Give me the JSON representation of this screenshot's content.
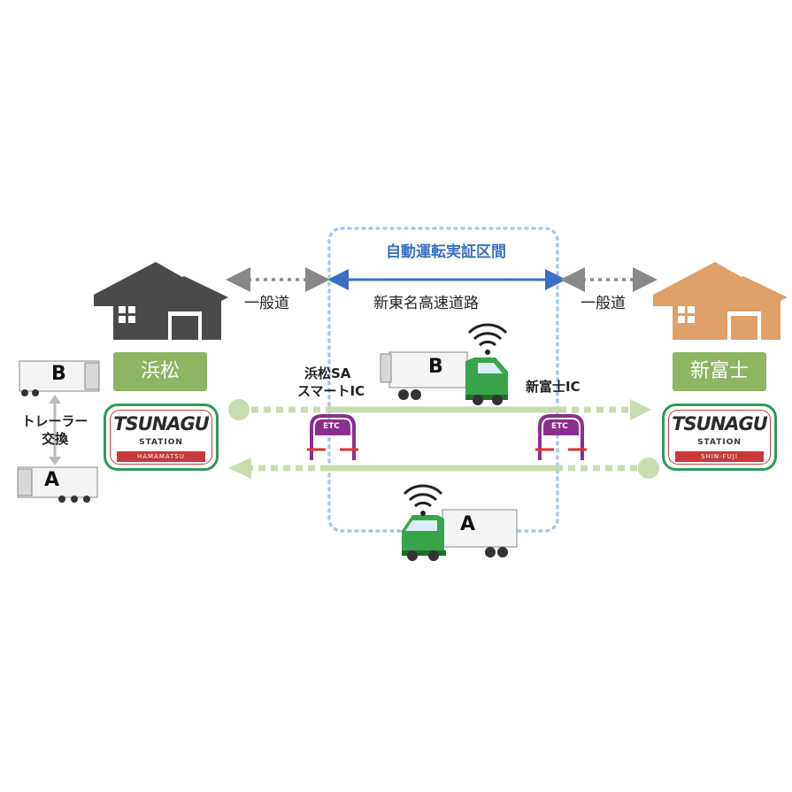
{
  "zone": {
    "title": "自動運転実証区間"
  },
  "roads": {
    "general_left": "一般道",
    "expressway": "新東名高速道路",
    "general_right": "一般道"
  },
  "interchanges": {
    "left_line1": "浜松SA",
    "left_line2": "スマートIC",
    "right": "新富士IC"
  },
  "cities": {
    "left": "浜松",
    "right": "新富士"
  },
  "stations": {
    "logo_text": "TSUNAGU",
    "sub_label": "STATION",
    "left_location": "HAMAMATSU",
    "right_location": "SHIN-FUJI"
  },
  "trailer_swap": {
    "line1": "トレーラー",
    "line2": "交換"
  },
  "trailers": {
    "b": "B",
    "a": "A"
  },
  "etc_label": "ETC",
  "colors": {
    "zone_blue": "#3a6fc4",
    "route_green": "#c8dcb0",
    "city_green": "#8db562",
    "station_green": "#2f9a5c",
    "station_red": "#c9383a",
    "house_left": "#4a4a4a",
    "house_right": "#e0a06a",
    "truck_green": "#3aa44a",
    "etc_purple": "#8a2f8e"
  }
}
